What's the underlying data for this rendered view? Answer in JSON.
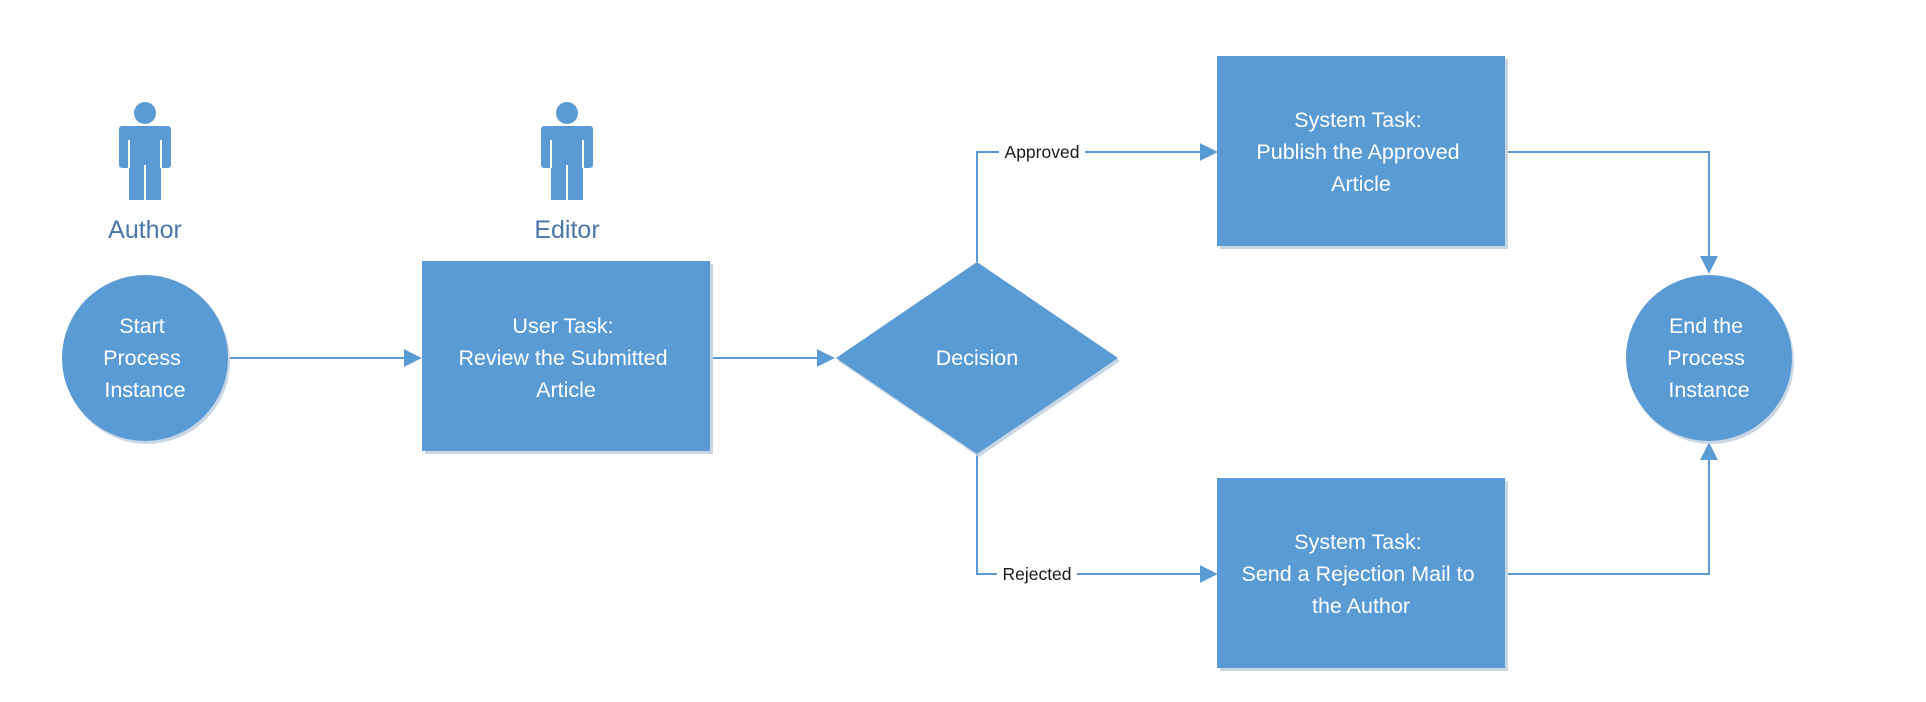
{
  "colors": {
    "node_fill": "#5b9bd5",
    "node_shadow": "#c9d6e3",
    "edge": "#5b9bd5",
    "role_label": "#4a76a8",
    "node_text": "#ffffff"
  },
  "actors": [
    {
      "label": "Author",
      "icon": "person-icon"
    },
    {
      "label": "Editor",
      "icon": "person-icon"
    }
  ],
  "nodes": {
    "start": {
      "shape": "circle",
      "lines": [
        "Start",
        "Process",
        "Instance"
      ]
    },
    "review": {
      "shape": "rectangle",
      "lines": [
        "User Task:",
        "Review the Submitted",
        "Article"
      ]
    },
    "decision": {
      "shape": "diamond",
      "lines": [
        "Decision"
      ]
    },
    "publish": {
      "shape": "rectangle",
      "lines": [
        "System Task:",
        "Publish the Approved",
        "Article"
      ]
    },
    "reject": {
      "shape": "rectangle",
      "lines": [
        "System Task:",
        "Send a Rejection Mail to",
        "the Author"
      ]
    },
    "end": {
      "shape": "circle",
      "lines": [
        "End the",
        "Process",
        "Instance"
      ]
    }
  },
  "edges": [
    {
      "from": "start",
      "to": "review",
      "label": ""
    },
    {
      "from": "review",
      "to": "decision",
      "label": ""
    },
    {
      "from": "decision",
      "to": "publish",
      "label": "Approved"
    },
    {
      "from": "decision",
      "to": "reject",
      "label": "Rejected"
    },
    {
      "from": "publish",
      "to": "end",
      "label": ""
    },
    {
      "from": "reject",
      "to": "end",
      "label": ""
    }
  ]
}
